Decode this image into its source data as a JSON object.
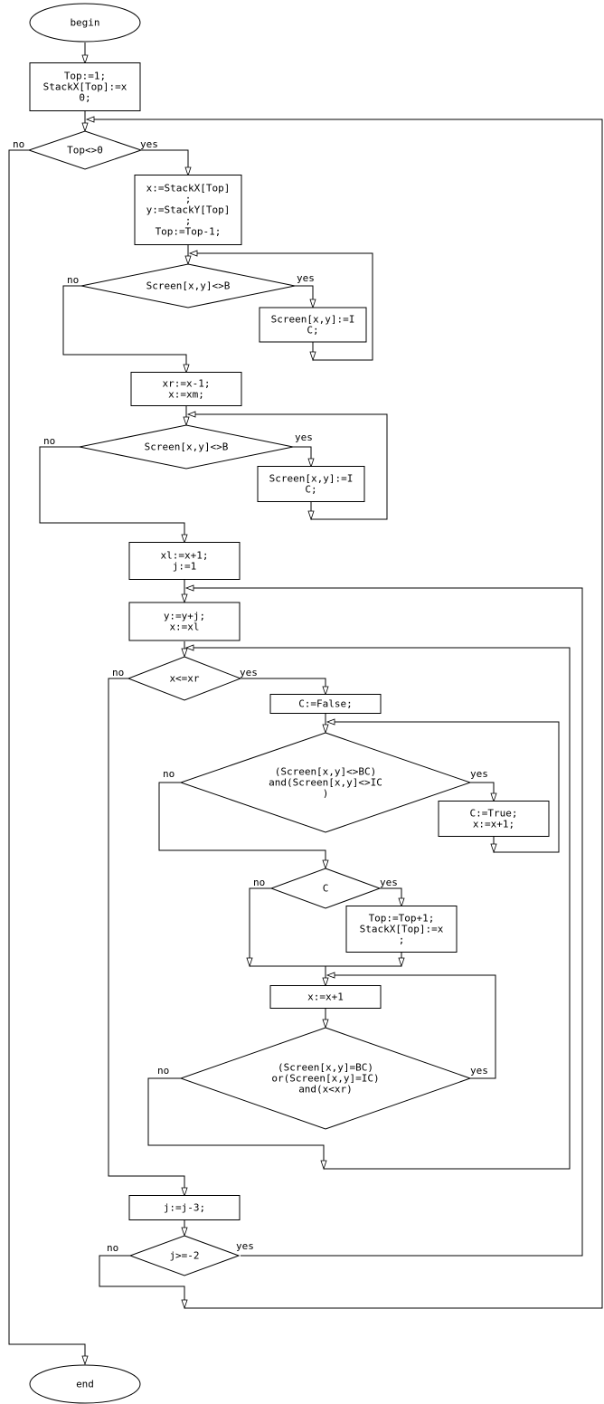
{
  "diagram": {
    "nodes": {
      "begin": {
        "type": "terminal",
        "lines": [
          "begin"
        ]
      },
      "init": {
        "type": "process",
        "lines": [
          "Top:=1;",
          "StackX[Top]:=x",
          "0;"
        ]
      },
      "cond_top": {
        "type": "decision",
        "lines": [
          "Top<>0"
        ]
      },
      "pop": {
        "type": "process",
        "lines": [
          "x:=StackX[Top]",
          ";",
          "y:=StackY[Top]",
          ";",
          "Top:=Top-1;"
        ]
      },
      "cond_scr1": {
        "type": "decision",
        "lines": [
          "Screen[x,y]<>B"
        ]
      },
      "set_ic1": {
        "type": "process",
        "lines": [
          "Screen[x,y]:=I",
          "C;"
        ]
      },
      "xr_assign": {
        "type": "process",
        "lines": [
          "xr:=x-1;",
          "x:=xm;"
        ]
      },
      "cond_scr2": {
        "type": "decision",
        "lines": [
          "Screen[x,y]<>B"
        ]
      },
      "set_ic2": {
        "type": "process",
        "lines": [
          "Screen[x,y]:=I",
          "C;"
        ]
      },
      "xl_assign": {
        "type": "process",
        "lines": [
          "xl:=x+1;",
          "j:=1"
        ]
      },
      "y_assign": {
        "type": "process",
        "lines": [
          "y:=y+j;",
          "x:=xl"
        ]
      },
      "cond_xr": {
        "type": "decision",
        "lines": [
          "x<=xr"
        ]
      },
      "c_false": {
        "type": "process",
        "lines": [
          "C:=False;"
        ]
      },
      "cond_bc_ic": {
        "type": "decision",
        "lines": [
          "(Screen[x,y]<>BC)",
          "and(Screen[x,y]<>IC",
          ")"
        ]
      },
      "c_true": {
        "type": "process",
        "lines": [
          "C:=True;",
          "x:=x+1;"
        ]
      },
      "cond_c": {
        "type": "decision",
        "lines": [
          "C"
        ]
      },
      "push": {
        "type": "process",
        "lines": [
          "Top:=Top+1;",
          "StackX[Top]:=x",
          ";"
        ]
      },
      "x_inc": {
        "type": "process",
        "lines": [
          "x:=x+1"
        ]
      },
      "cond_skip": {
        "type": "decision",
        "lines": [
          "(Screen[x,y]=BC)",
          "or(Screen[x,y]=IC)",
          "and(x<xr)"
        ]
      },
      "j_dec": {
        "type": "process",
        "lines": [
          "j:=j-3;"
        ]
      },
      "cond_j": {
        "type": "decision",
        "lines": [
          "j>=-2"
        ]
      },
      "end": {
        "type": "terminal",
        "lines": [
          "end"
        ]
      }
    },
    "branch_labels": {
      "yes": "yes",
      "no": "no"
    }
  }
}
